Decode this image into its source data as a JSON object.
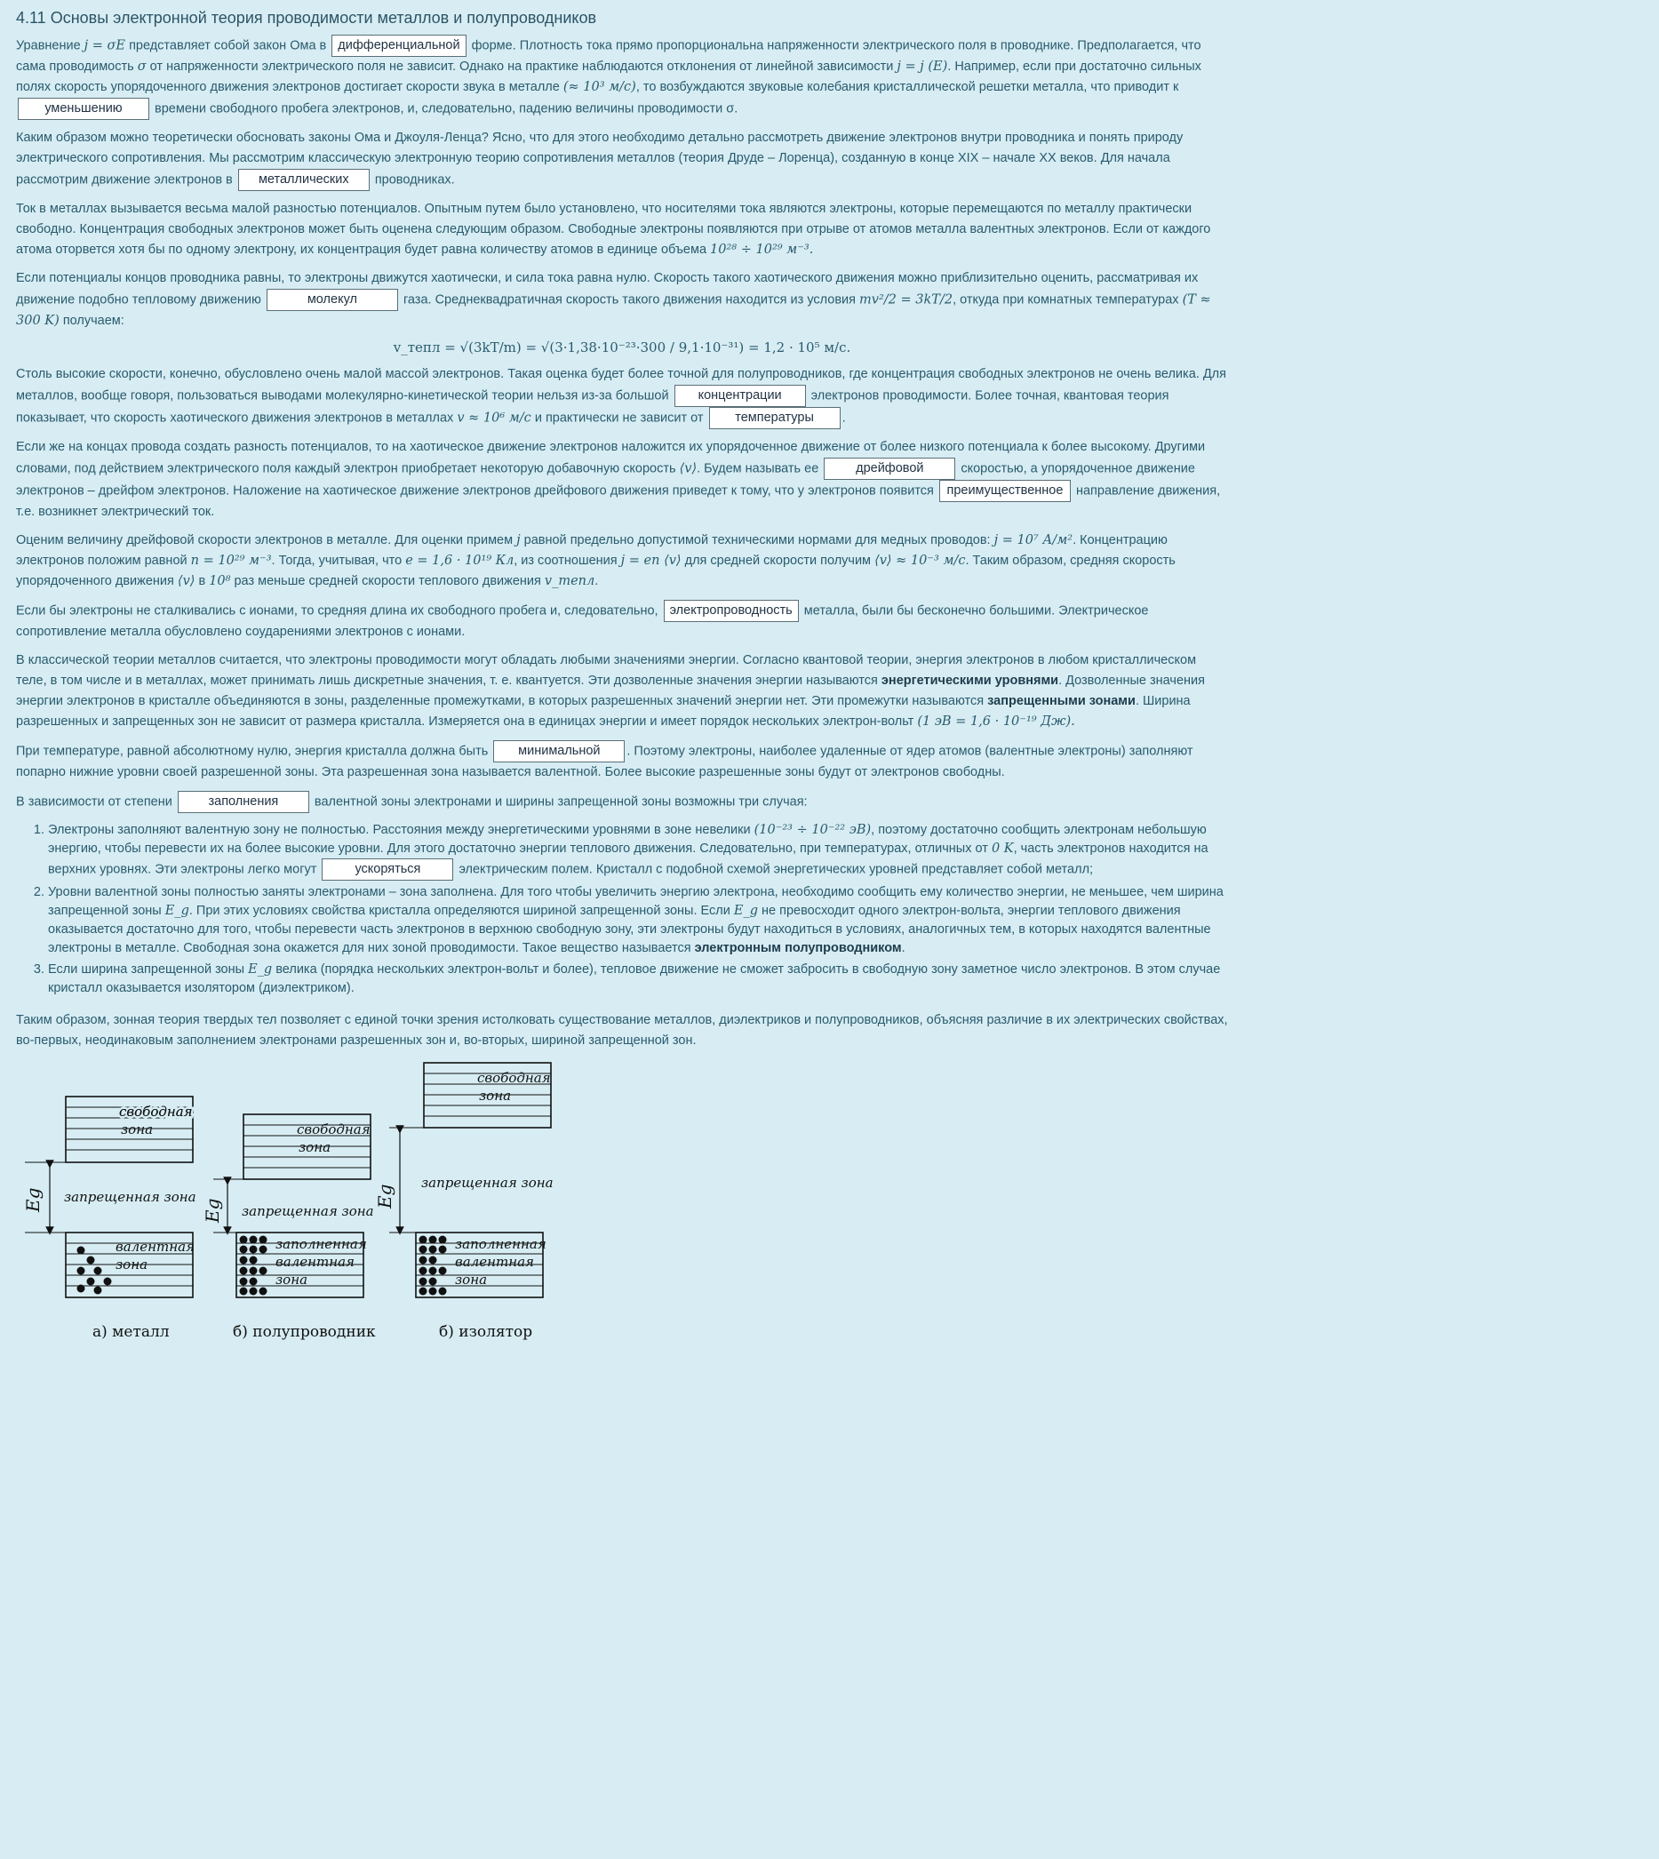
{
  "title": "4.11 Основы электронной теория проводимости металлов и полупроводников",
  "p1": {
    "a": "Уравнение",
    "eq": "j = σE",
    "b": "представляет собой закон Ома в",
    "blank1": "дифференциальной",
    "c": "форме. Плотность тока прямо пропорциональна напряженности электрического поля в проводнике. Предполагается, что сама проводимость",
    "sigma": "σ",
    "d": "от напряженности электрического поля не зависит. Однако на практике наблюдаются отклонения от линейной зависимости",
    "eq2": "j = j (E)",
    "e": ". Например, если при достаточно сильных полях скорость упорядоченного движения электронов достигает скорости звука в металле",
    "eq3": "(≈ 10³ м/с)",
    "f": ", то возбуждаются звуковые колебания кристаллической решетки металла, что приводит к",
    "blank2": "уменьшению",
    "g": "времени свободного пробега электронов, и, следовательно, падению величины проводимости σ."
  },
  "p2": {
    "a": "Каким образом можно теоретически обосновать законы Ома и Джоуля-Ленца? Ясно, что для этого необходимо детально рассмотреть движение электронов внутри проводника и понять природу электрического сопротивления. Мы рассмотрим классическую электронную теорию сопротивления металлов (теория Друде – Лоренца), созданную в конце XIX – начале XX веков. Для начала рассмотрим движение электронов в",
    "blank": "металлических",
    "b": "проводниках."
  },
  "p3": {
    "a": "Ток в металлах вызывается весьма малой разностью потенциалов. Опытным путем было установлено, что носителями тока являются электроны, которые перемещаются по металлу практически свободно. Концентрация свободных электронов может быть оценена следующим образом. Свободные электроны появляются при отрыве от атомов металла валентных электронов. Если от каждого атома оторвется хотя бы по одному электрону, их концентрация будет равна количеству атомов в единице объема",
    "eq": "10²⁸ ÷ 10²⁹ м⁻³."
  },
  "p4": {
    "a": "Если потенциалы концов проводника равны, то электроны движутся хаотически, и сила тока равна нулю. Скорость такого хаотического движения можно приблизительно оценить, рассматривая их движение подобно тепловому движению",
    "blank": "молекул",
    "b": "газа. Среднеквадратичная скорость такого движения находится из условия",
    "eq": "mv²/2 = 3kT/2",
    "c": ", откуда при комнатных температурах",
    "eq2": "(T ≈ 300 K)",
    "d": "получаем:"
  },
  "formula": "v_тепл = √(3kT/m) = √(3·1,38·10⁻²³·300 / 9,1·10⁻³¹) = 1,2 · 10⁵ м/с.",
  "p5": {
    "a": "Столь высокие скорости, конечно, обусловлено очень малой массой электронов. Такая оценка будет более точной для полупроводников, где концентрация свободных электронов не очень велика. Для металлов, вообще говоря, пользоваться выводами молекулярно-кинетической теории нельзя из-за большой",
    "blank1": "концентрации",
    "b": "электронов проводимости. Более точная, квантовая теория показывает, что скорость хаотического движения электронов в металлах",
    "eq": "v ≈ 10⁶ м/с",
    "c": "и практически не зависит от",
    "blank2": "температуры",
    "d": "."
  },
  "p6": {
    "a": "Если же на концах провода создать разность потенциалов, то на хаотическое движение электронов наложится их упорядоченное движение от более низкого потенциала к более высокому. Другими словами, под действием электрического поля каждый электрон приобретает некоторую добавочную скорость",
    "eq": "⟨v⟩",
    "b": ". Будем называть ее",
    "blank1": "дрейфовой",
    "c": "скоростью, а упорядоченное движение электронов – дрейфом электронов. Наложение на хаотическое движение электронов дрейфового движения приведет к тому, что у электронов появится",
    "blank2": "преимущественное",
    "d": "направление движения, т.е. возникнет электрический ток."
  },
  "p7": {
    "a": "Оценим величину дрейфовой скорости электронов в металле. Для оценки примем",
    "j": "j",
    "b": "равной предельно допустимой техническими нормами для медных проводов:",
    "eq1": "j = 10⁷ А/м²",
    "c": ". Концентрацию электронов положим равной",
    "eq2": "n = 10²⁹ м⁻³",
    "d": ". Тогда, учитывая, что",
    "eq3": "e = 1,6 · 10¹⁹ Кл",
    "e": ", из соотношения",
    "eq4": "j = en ⟨v⟩",
    "f": "для средней скорости получим",
    "eq5": "⟨v⟩ ≈ 10⁻³ м/с",
    "g": ". Таким образом, средняя скорость упорядоченного движения",
    "eq6": "⟨v⟩",
    "h": "в",
    "eq7": "10⁸",
    "i": "раз меньше средней скорости теплового движения",
    "eq8": "v_тепл",
    "j2": "."
  },
  "p8": {
    "a": "Если бы электроны не сталкивались с ионами, то средняя длина их свободного пробега и, следовательно,",
    "blank": "электропроводность",
    "b": "металла, были бы бесконечно большими. Электрическое сопротивление металла обусловлено соударениями электронов с ионами."
  },
  "p9": {
    "a": "В классической теории металлов считается, что электроны проводимости могут обладать любыми значениями энергии. Согласно квантовой теории, энергия электронов в любом кристаллическом теле, в том числе и в металлах, может принимать лишь дискретные значения, т. е. квантуется. Эти дозволенные значения энергии называются",
    "bold1": "энергетическими уровнями",
    "b": ". Дозволенные значения энергии электронов в кристалле объединяются в зоны, разделенные промежутками, в которых разрешенных значений энергии нет. Эти промежутки называются",
    "bold2": "запрещенными зонами",
    "c": ". Ширина разрешенных и запрещенных зон не зависит от размера кристалла. Измеряется она в единицах энергии и имеет порядок нескольких электрон-вольт",
    "eq": "(1 эВ = 1,6 · 10⁻¹⁹ Дж)."
  },
  "p10": {
    "a": "При температуре, равной абсолютному нулю, энергия кристалла должна быть",
    "blank": "минимальной",
    "b": ". Поэтому электроны, наиболее удаленные от ядер атомов (валентные электроны) заполняют попарно нижние уровни своей разрешенной зоны. Эта разрешенная зона называется валентной. Более высокие разрешенные зоны будут от электронов свободны."
  },
  "p11": {
    "a": "В зависимости от степени",
    "blank": "заполнения",
    "b": "валентной зоны электронами и ширины запрещенной зоны возможны три случая:"
  },
  "li1": {
    "a": "Электроны заполняют валентную зону не полностью. Расстояния между энергетическими уровнями в зоне невелики",
    "eq": "(10⁻²³ ÷ 10⁻²² эВ)",
    "b": ", поэтому достаточно сообщить электронам небольшую энергию, чтобы перевести их на более высокие уровни. Для этого достаточно энергии теплового движения. Следовательно, при температурах, отличных от",
    "eq2": "0 K",
    "c": ", часть электронов находится на верхних уровнях. Эти электроны легко могут",
    "blank": "ускоряться",
    "d": "электрическим полем. Кристалл с подобной схемой энергетических уровней представляет собой металл;"
  },
  "li2": {
    "a": "Уровни валентной зоны полностью заняты электронами – зона заполнена. Для того чтобы увеличить энергию электрона, необходимо сообщить ему количество энергии, не меньшее, чем ширина запрещенной зоны",
    "eg": "E_g",
    "b": ". При этих условиях свойства кристалла определяются шириной запрещенной зоны. Если",
    "eg2": "E_g",
    "c": "не превосходит одного электрон-вольта, энергии теплового движения оказывается достаточно для того, чтобы перевести часть электронов в верхнюю свободную зону, эти электроны будут находиться в условиях, аналогичных тем, в которых находятся валентные электроны в металле. Свободная зона окажется для них зоной проводимости. Такое вещество называется",
    "bold": "электронным полупроводником",
    "d": "."
  },
  "li3": {
    "a": "Если ширина запрещенной зоны",
    "eg": "E_g",
    "b": "велика (порядка нескольких электрон-вольт и более), тепловое движение не сможет забросить в свободную зону заметное число электронов. В этом случае кристалл оказывается изолятором (диэлектриком)."
  },
  "p12": "Таким образом, зонная теория твердых тел позволяет с единой точки зрения истолковать существование металлов, диэлектриков и полупроводников, объясняя различие в их электрических свойствах, во-первых, неодинаковым заполнением электронами разрешенных зон и, во-вторых, шириной запрещенной зон.",
  "diagram": {
    "free_zone_1": "свободная",
    "free_zone_2": "зона",
    "forbidden": "запрещенная  зона",
    "forbidden_iso": "запрещенная  зона",
    "eg": "Eg",
    "valence_1": "валентная",
    "valence_2": "зона",
    "filled_1": "заполненная",
    "filled_2": "валентная",
    "filled_3": "зона",
    "cap_a": "а) металл",
    "cap_b": "б) полупроводник",
    "cap_c": "б) изолятор"
  }
}
